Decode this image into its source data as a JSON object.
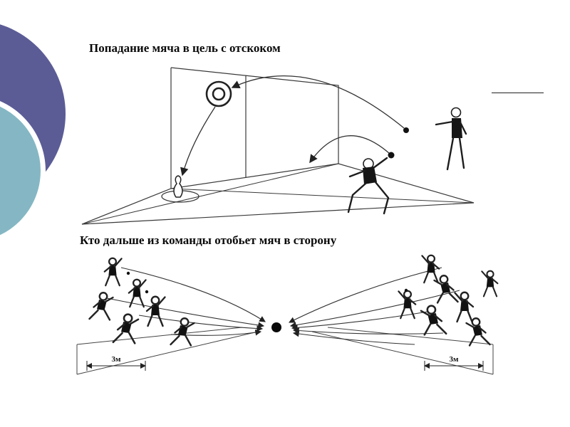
{
  "slide": {
    "figure1": {
      "title": "Попадание мяча в цель с отскоком"
    },
    "figure2": {
      "title": "Кто дальше из команды отобьет мяч в сторону",
      "distance_label_left": "3м",
      "distance_label_right": "3м"
    },
    "colors": {
      "decor_circle_purple": "#5b5c96",
      "decor_circle_teal": "#84b7c3",
      "line_ink": "#222222",
      "background": "#ffffff"
    }
  }
}
